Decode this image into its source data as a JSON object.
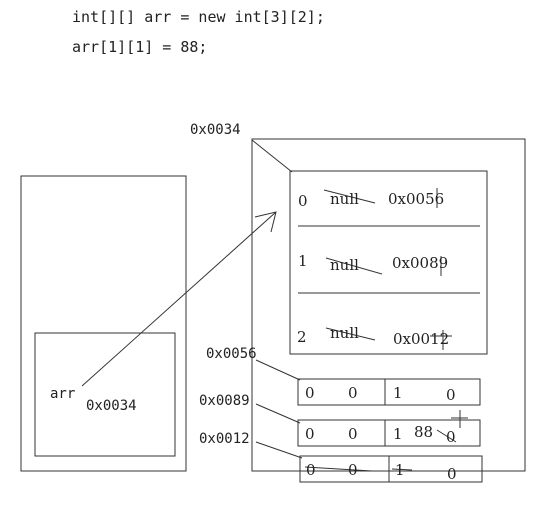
{
  "code": {
    "line1": "int[][] arr = new int[3][2];",
    "line2": "arr[1][1] = 88;"
  },
  "stack": {
    "var_name": "arr",
    "var_value": "0x0034"
  },
  "heap": {
    "outer_address": "0x0034",
    "outer_rows": [
      {
        "index": "0",
        "old": "null",
        "value": "0x0056"
      },
      {
        "index": "1",
        "old": "null",
        "value": "0x0089"
      },
      {
        "index": "2",
        "old": "null",
        "value": "0x0012"
      }
    ],
    "inner_arrays": [
      {
        "address": "0x0056",
        "cells": [
          "0",
          "0",
          "1",
          "0"
        ],
        "extra": ""
      },
      {
        "address": "0x0089",
        "cells": [
          "0",
          "0",
          "1",
          "0"
        ],
        "extra": "88"
      },
      {
        "address": "0x0012",
        "cells": [
          "0",
          "0",
          "1",
          "0"
        ],
        "extra": ""
      }
    ]
  }
}
